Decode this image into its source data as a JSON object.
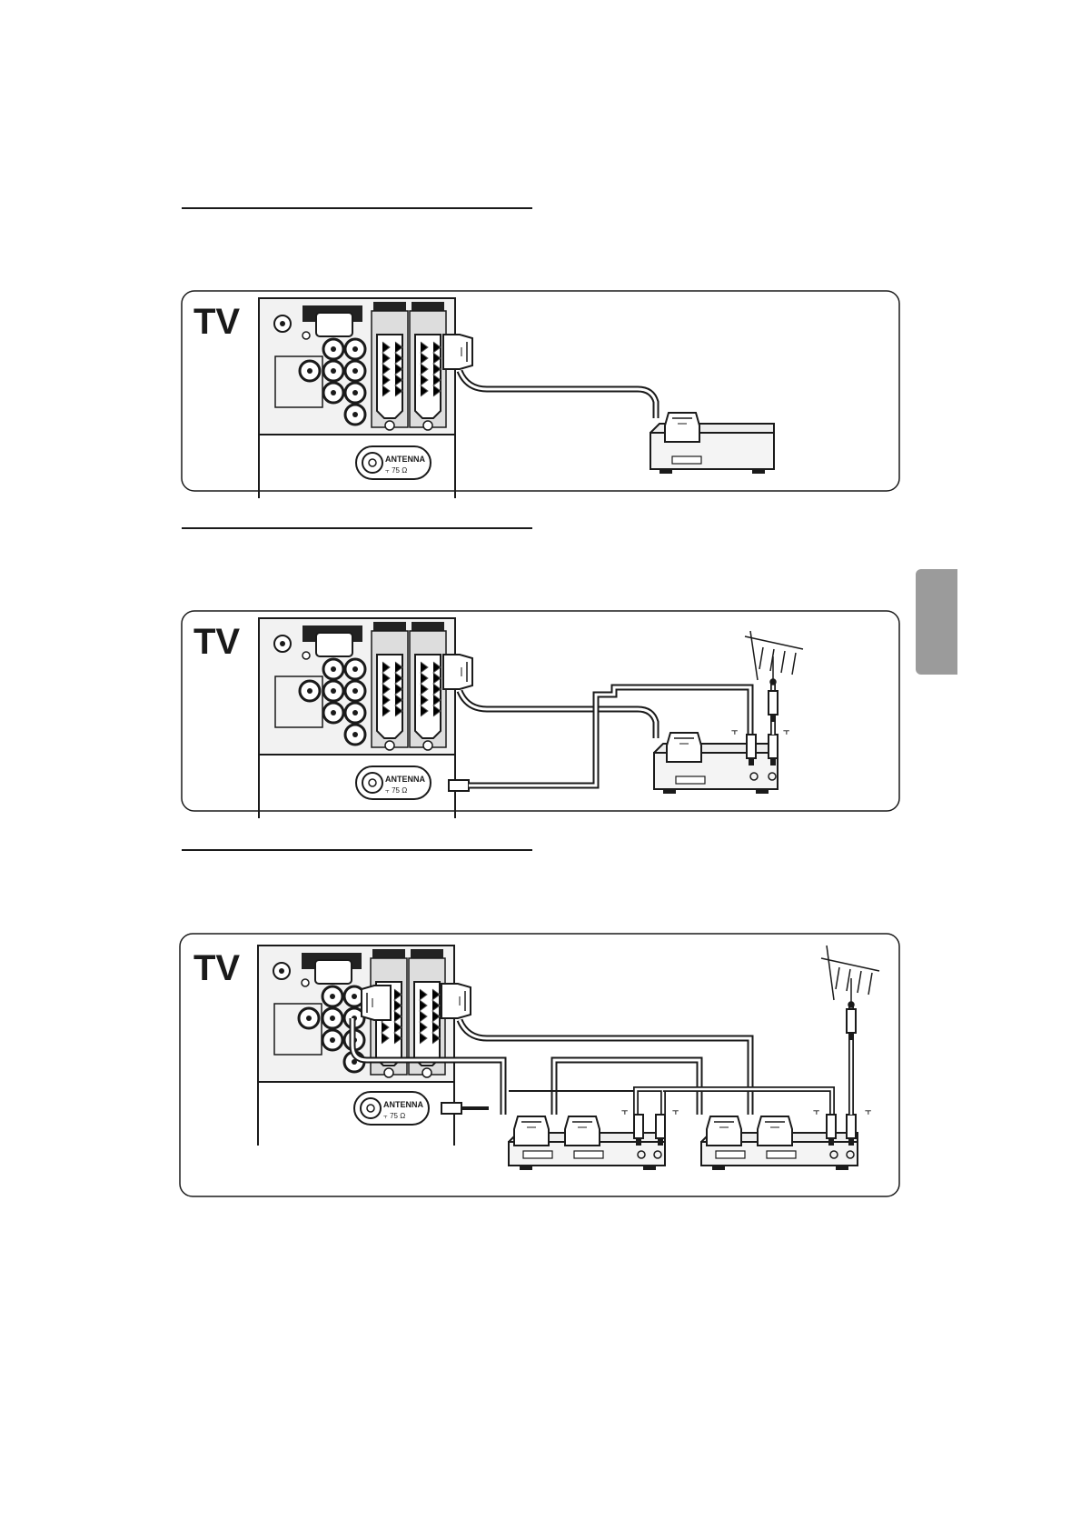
{
  "panels": [
    {
      "tv_label": "TV",
      "antenna_label": "ANTENNA",
      "antenna_symbol": "⫟ 75 Ω"
    },
    {
      "tv_label": "TV",
      "antenna_label": "ANTENNA",
      "antenna_symbol": "⫟ 75 Ω"
    },
    {
      "tv_label": "TV",
      "antenna_label": "ANTENNA",
      "antenna_symbol": "⫟ 75 Ω"
    }
  ],
  "colors": {
    "line": "#1a1a1a",
    "panel_fill": "#eeeeee",
    "tab": "#9b9b9b"
  },
  "icons": [
    "scart-plug-icon",
    "antenna-icon",
    "coax-plug-icon",
    "rf-socket-icon"
  ]
}
